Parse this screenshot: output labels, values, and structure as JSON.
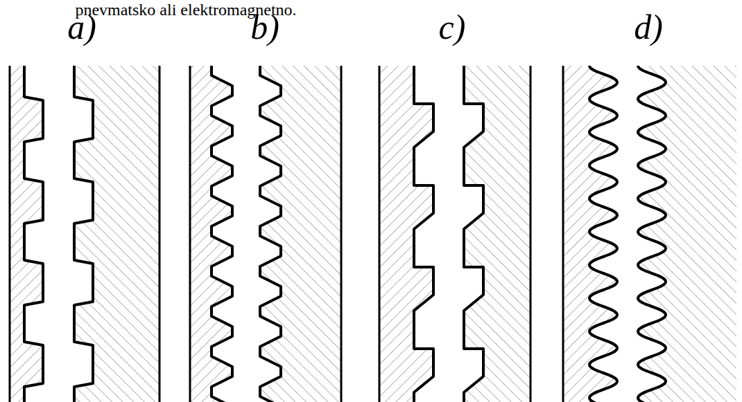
{
  "diagram": {
    "labels": [
      "pnevmatsko ali elektromagnetno.",
      "a)",
      "b)",
      "c)",
      "d)"
    ]
  }
}
